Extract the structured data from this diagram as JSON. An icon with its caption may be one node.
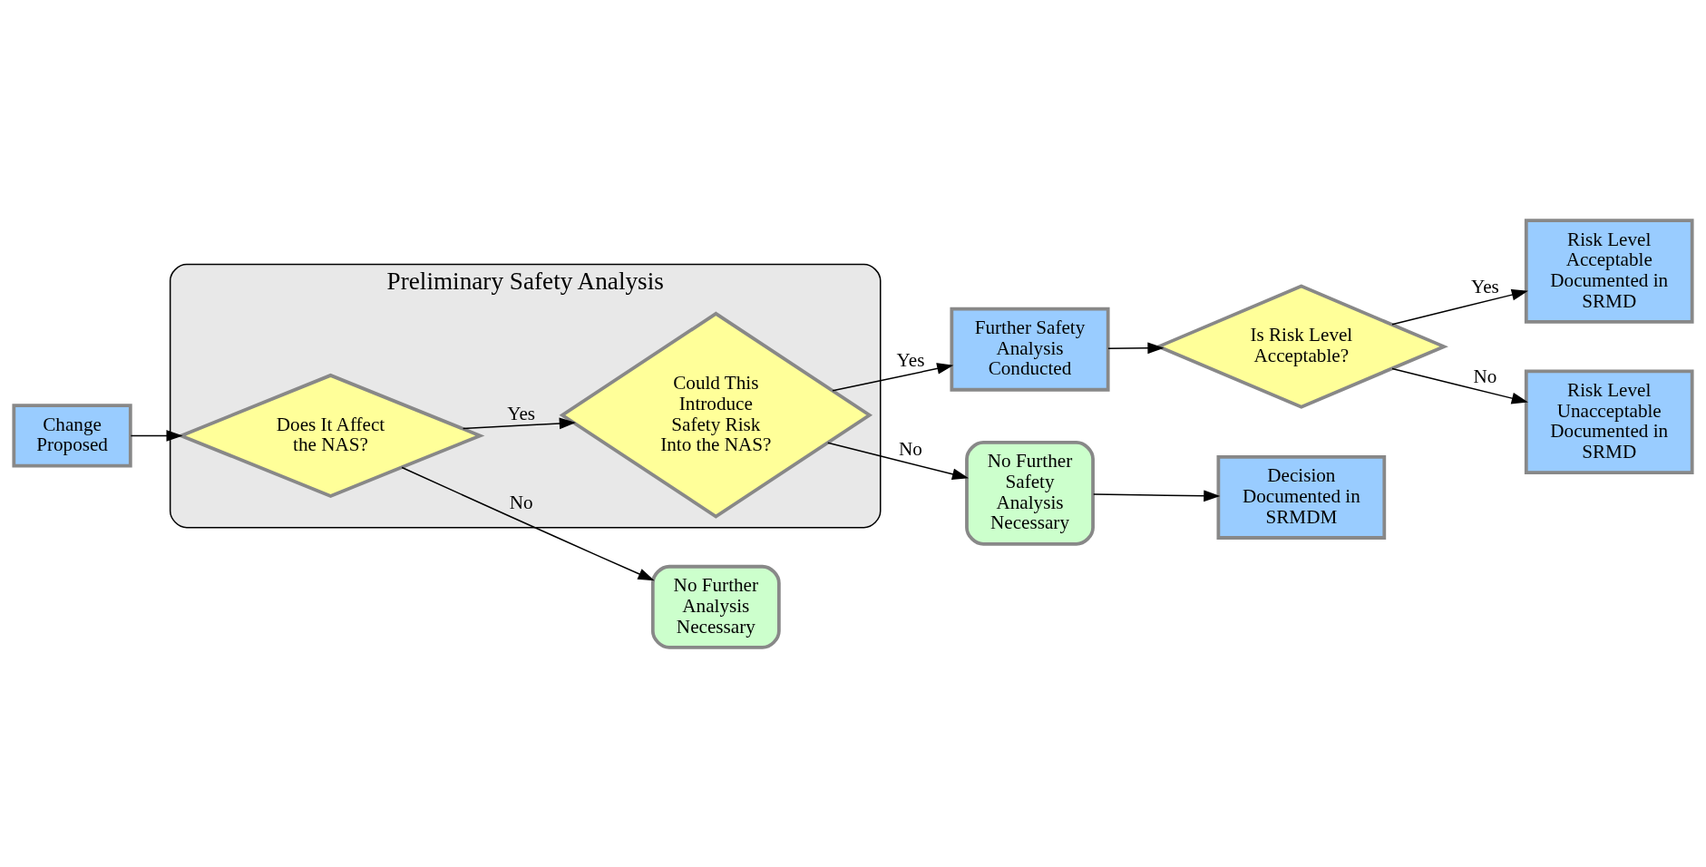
{
  "diagram": {
    "nodes": [
      {
        "text": [
          "Change Proposed"
        ]
      },
      {
        "text": [
          "Preliminary Safety Analysis"
        ]
      },
      {
        "text": [
          "Does It Affect the NAS?"
        ],
        "in": 1
      },
      {
        "text": [
          "Could This Introduce Safety Risk Into the NAS?"
        ],
        "in": 1
      },
      {
        "text": [
          "Further Safety Analysis Conducted"
        ]
      },
      {
        "text": [
          "Is Risk Level Acceptable?"
        ]
      },
      {
        "text": [
          "Risk Level Acceptable Documented in SRMD"
        ]
      },
      {
        "text": [
          "No Further Analysis Necessary"
        ]
      },
      {
        "text": [
          "No Further Safety Analysis Necessary"
        ]
      },
      {
        "text": [
          "Risk Level Unacceptable Documented in SRMD"
        ]
      },
      {
        "text": [
          "Decision Documented in SRMDM"
        ]
      }
    ],
    "edges": [
      {
        "from": 0,
        "to": 2,
        "arrow": "to"
      },
      {
        "from": 2,
        "to": 3,
        "arrow": "to",
        "label": "Yes"
      },
      {
        "from": 3,
        "to": 4,
        "arrow": "to",
        "label": "Yes"
      },
      {
        "from": 4,
        "to": 5,
        "arrow": "to"
      },
      {
        "from": 5,
        "to": 6,
        "arrow": "to",
        "label": "Yes"
      },
      {
        "from": 2,
        "to": 7,
        "arrow": "to",
        "label": "No"
      },
      {
        "from": 3,
        "to": 8,
        "arrow": "to",
        "label": "No"
      },
      {
        "from": 5,
        "to": 9,
        "arrow": "to",
        "label": "No"
      },
      {
        "from": 8,
        "to": 10,
        "arrow": "to"
      }
    ]
  }
}
